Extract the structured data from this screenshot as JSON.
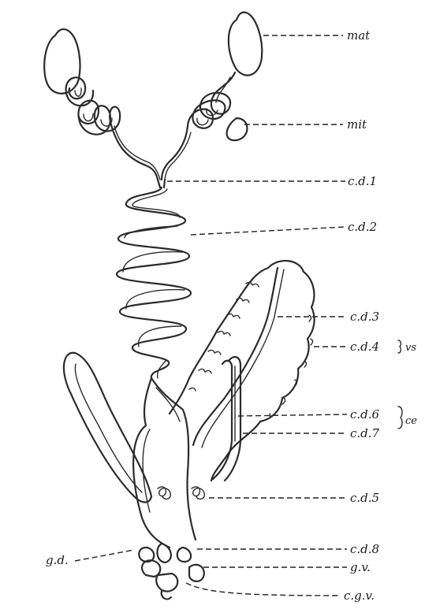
{
  "labels": {
    "mat": "mat",
    "mit": "mit",
    "cd1": "c.d.1",
    "cd2": "c.d.2",
    "cd3": "c.d.3",
    "cd4": "c.d.4",
    "vs": "vs",
    "cd6": "c.d.6",
    "cd7": "c.d.7",
    "ce": "ce",
    "cd5": "c.d.5",
    "cd8": "c.d.8",
    "gd": "g.d.",
    "gv": "g.v.",
    "cgv": "c.g.v."
  }
}
